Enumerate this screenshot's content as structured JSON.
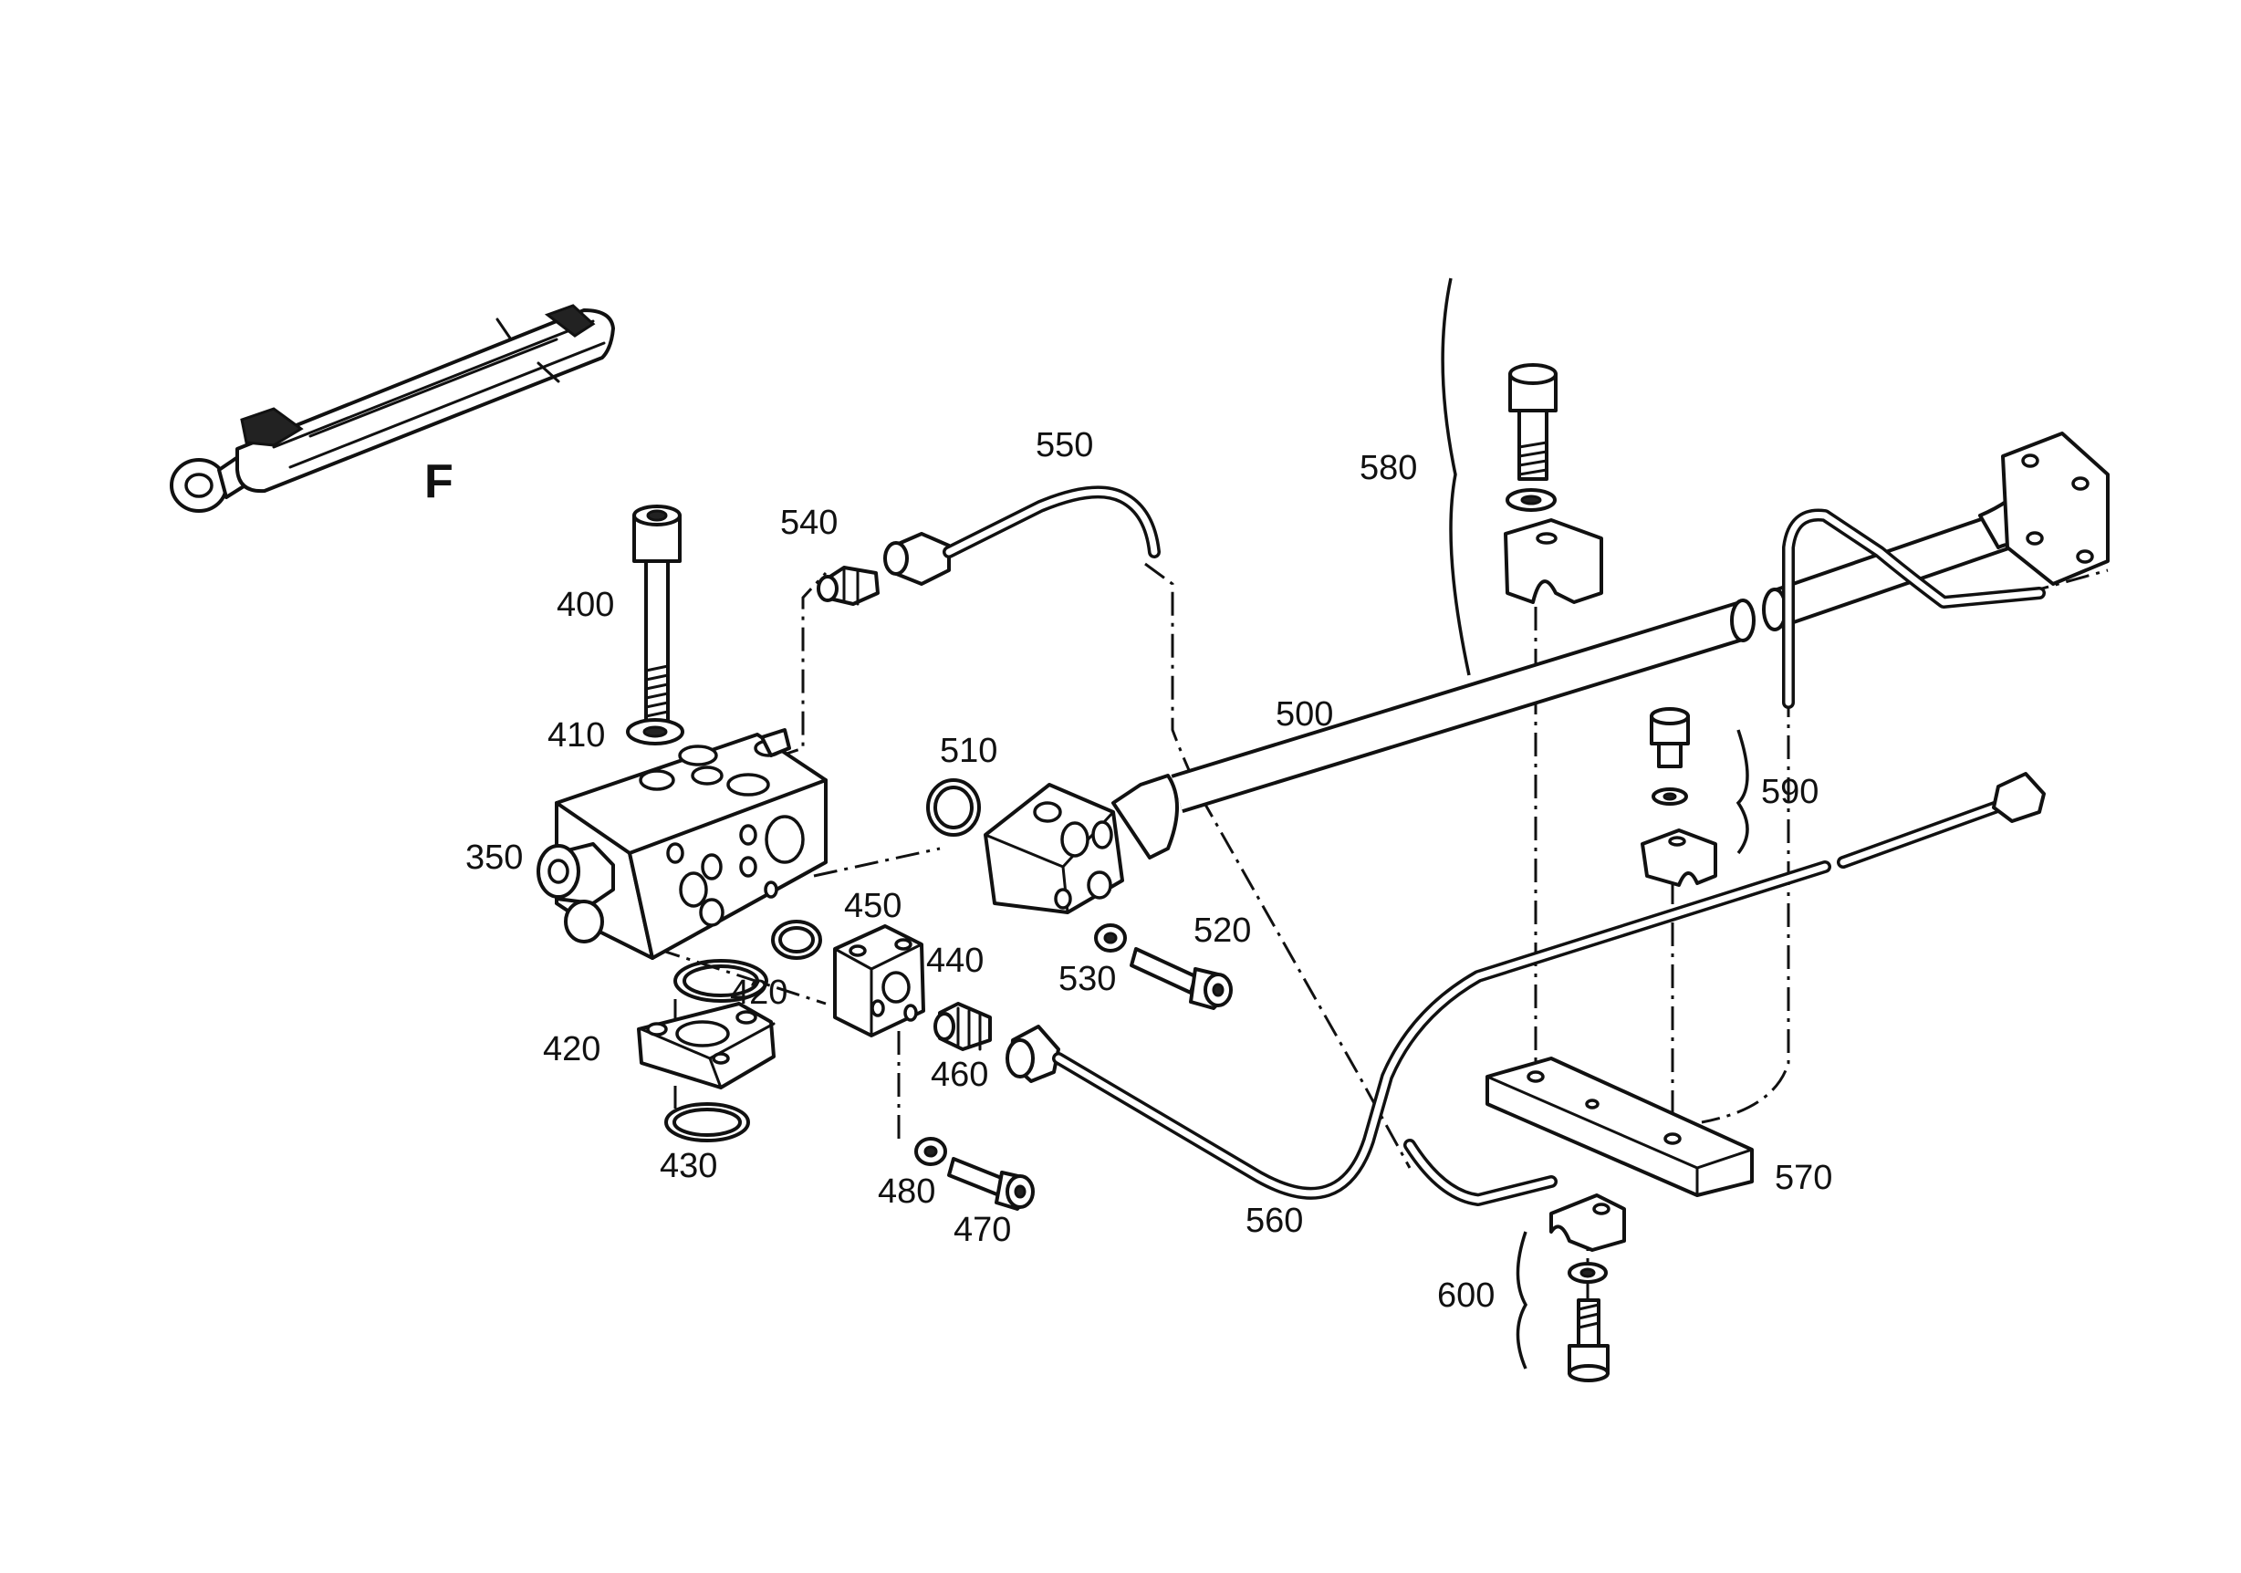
{
  "view_letter": "F",
  "part_labels": [
    {
      "id": "p400",
      "text": "400"
    },
    {
      "id": "p410",
      "text": "410"
    },
    {
      "id": "p350",
      "text": "350"
    },
    {
      "id": "p540",
      "text": "540"
    },
    {
      "id": "p550",
      "text": "550"
    },
    {
      "id": "p580",
      "text": "580"
    },
    {
      "id": "p500",
      "text": "500"
    },
    {
      "id": "p510",
      "text": "510"
    },
    {
      "id": "p590",
      "text": "590"
    },
    {
      "id": "p520",
      "text": "520"
    },
    {
      "id": "p530",
      "text": "530"
    },
    {
      "id": "p450",
      "text": "450"
    },
    {
      "id": "p440",
      "text": "440"
    },
    {
      "id": "p420a",
      "text": "420"
    },
    {
      "id": "p420b",
      "text": "420"
    },
    {
      "id": "p460",
      "text": "460"
    },
    {
      "id": "p430",
      "text": "430"
    },
    {
      "id": "p480",
      "text": "480"
    },
    {
      "id": "p470",
      "text": "470"
    },
    {
      "id": "p560",
      "text": "560"
    },
    {
      "id": "p570",
      "text": "570"
    },
    {
      "id": "p600",
      "text": "600"
    }
  ]
}
